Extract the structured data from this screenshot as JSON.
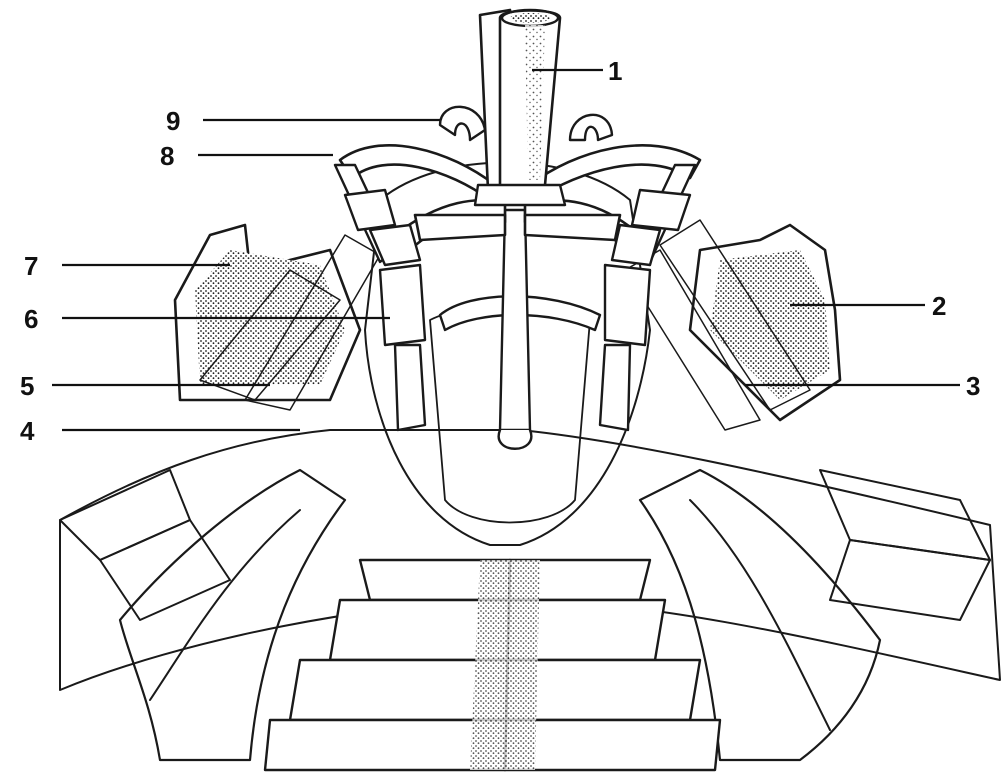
{
  "labels": {
    "l1": "1",
    "l2": "2",
    "l3": "3",
    "l4": "4",
    "l5": "5",
    "l6": "6",
    "l7": "7",
    "l8": "8",
    "l9": "9"
  },
  "colors": {
    "ink": "#1a1a1a",
    "background": "#ffffff",
    "stipple": "#2a2a2a"
  }
}
